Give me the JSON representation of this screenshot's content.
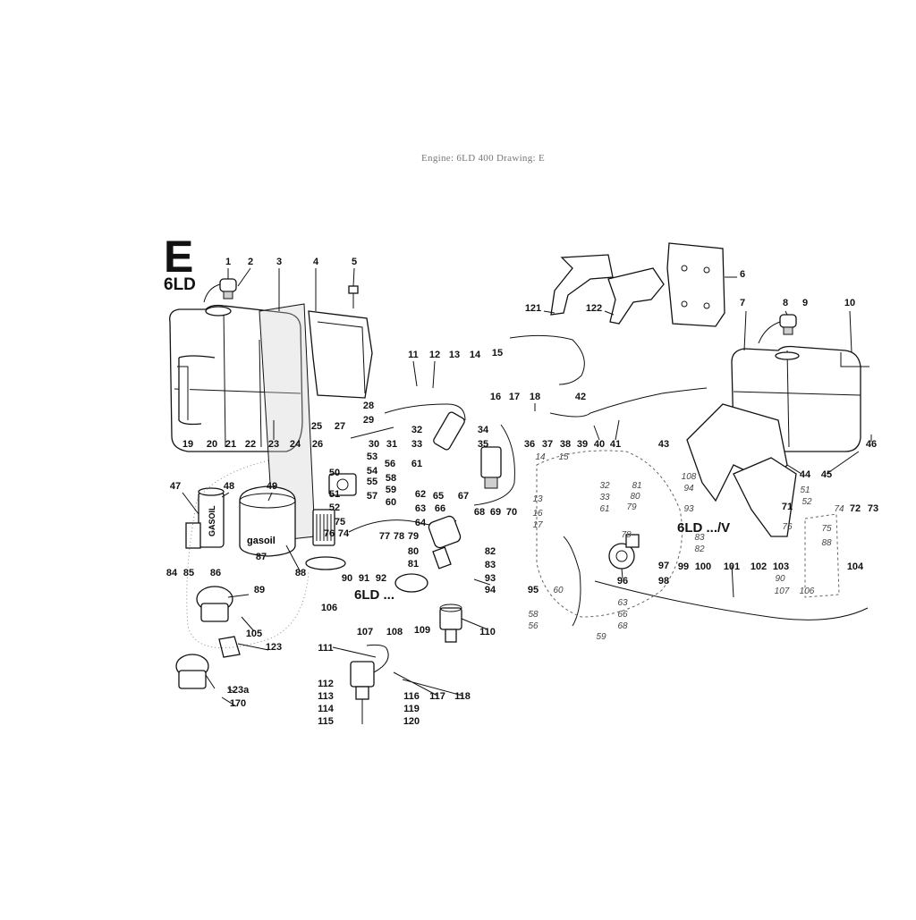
{
  "header": {
    "title": "Engine: 6LD 400  Drawing: E",
    "section_letter": "E",
    "model": "6LD"
  },
  "variant_labels": {
    "center": "6LD ...",
    "right": "6LD .../V"
  },
  "callouts": [
    "1",
    "2",
    "3",
    "4",
    "5",
    "6",
    "7",
    "8",
    "9",
    "10",
    "11",
    "12",
    "13",
    "14",
    "15",
    "16",
    "17",
    "18",
    "19",
    "20",
    "21",
    "22",
    "23",
    "24",
    "25",
    "26",
    "27",
    "28",
    "29",
    "30",
    "31",
    "32",
    "33",
    "34",
    "35",
    "36",
    "37",
    "38",
    "39",
    "40",
    "41",
    "42",
    "43",
    "44",
    "45",
    "46",
    "47",
    "48",
    "49",
    "50",
    "51",
    "52",
    "53",
    "54",
    "55",
    "56",
    "57",
    "58",
    "59",
    "60",
    "61",
    "62",
    "63",
    "64",
    "65",
    "66",
    "67",
    "68",
    "69",
    "70",
    "71",
    "72",
    "73",
    "74",
    "75",
    "76",
    "77",
    "78",
    "79",
    "80",
    "81",
    "82",
    "83",
    "84",
    "85",
    "86",
    "87",
    "88",
    "89",
    "90",
    "91",
    "92",
    "93",
    "94",
    "95",
    "96",
    "97",
    "98",
    "99",
    "100",
    "101",
    "102",
    "103",
    "104",
    "105",
    "106",
    "107",
    "108",
    "109",
    "110",
    "111",
    "112",
    "113",
    "114",
    "115",
    "116",
    "117",
    "118",
    "119",
    "120",
    "121",
    "122",
    "123",
    "123a",
    "170"
  ],
  "ghost_callouts": [
    "14",
    "15",
    "13",
    "16",
    "17",
    "32",
    "33",
    "61",
    "81",
    "80",
    "79",
    "78",
    "108",
    "94",
    "93",
    "83",
    "82",
    "51",
    "52",
    "74",
    "76",
    "75",
    "88",
    "90",
    "107",
    "106",
    "60",
    "63",
    "66",
    "68",
    "58",
    "56",
    "59"
  ],
  "filter_labels": {
    "cartridge": "GASOIL",
    "canister": "gasoil"
  }
}
